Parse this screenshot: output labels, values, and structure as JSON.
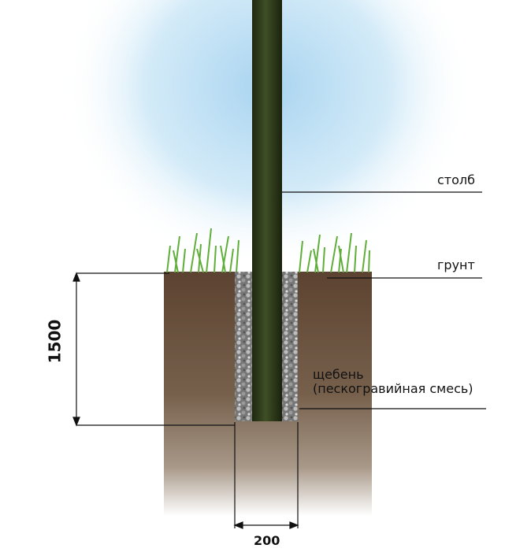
{
  "labels": {
    "pole": "столб",
    "ground": "грунт",
    "gravel_line1": "щебень",
    "gravel_line2": "(пескогравийная смесь)"
  },
  "dimensions": {
    "depth": "1500",
    "width": "200"
  },
  "colors": {
    "sky": "#bfe0f4",
    "soil": "#6e5643",
    "pole": "#2e3a1c",
    "grass": "#5fae3a",
    "gravel": "#8a8a8a"
  }
}
